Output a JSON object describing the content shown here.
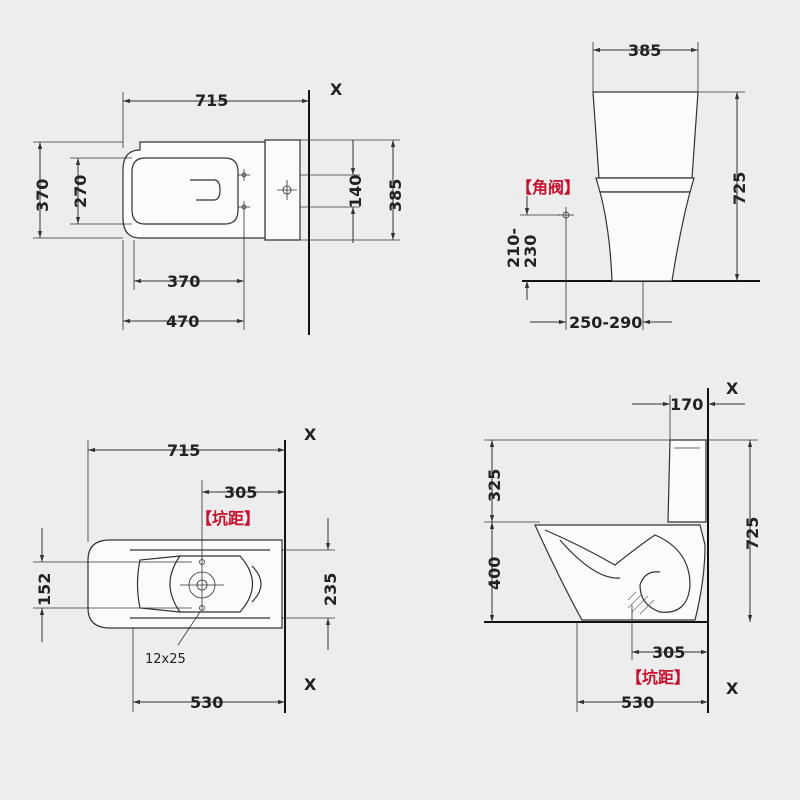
{
  "views": {
    "top": {
      "dims": {
        "width": "715",
        "depth_outer": "370",
        "depth_inner": "270",
        "tank_depth": "385",
        "hole_spacing": "140",
        "fix_370": "370",
        "fix_470": "470"
      }
    },
    "side": {
      "dims": {
        "tank_width": "385",
        "height": "725",
        "valve_height_a": "210-",
        "valve_height_b": "230",
        "valve_offset": "250-290"
      },
      "notes": {
        "angle_valve": "【角阀】"
      }
    },
    "bottom": {
      "dims": {
        "length": "715",
        "rough_in": "305",
        "width_152": "152",
        "width_235": "235",
        "bolt": "12x25",
        "base_530": "530"
      },
      "notes": {
        "rough_in_label": "【坑距】"
      }
    },
    "section": {
      "dims": {
        "wall_gap": "170",
        "tank_h": "325",
        "seat_h": "400",
        "height": "725",
        "rough_in": "305",
        "base_530": "530"
      },
      "notes": {
        "rough_in_label": "【坑距】"
      }
    }
  },
  "wall_marker": "X"
}
